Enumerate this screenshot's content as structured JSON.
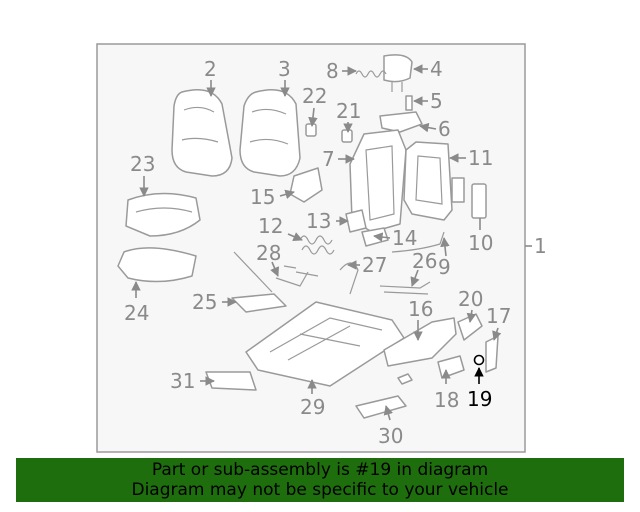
{
  "diagram": {
    "frame_color": "#9a9a9a",
    "panel_fill": "#f7f7f7",
    "highlight_part": "19",
    "assembly_label": "1",
    "callouts": [
      "2",
      "3",
      "4",
      "5",
      "6",
      "7",
      "8",
      "9",
      "10",
      "11",
      "12",
      "13",
      "14",
      "15",
      "16",
      "17",
      "18",
      "19",
      "20",
      "21",
      "22",
      "23",
      "24",
      "25",
      "26",
      "27",
      "28",
      "29",
      "30",
      "31"
    ]
  },
  "banner": {
    "line1": "Part or sub-assembly is #19 in diagram",
    "line2": "Diagram may not be specific to your vehicle",
    "color": "#1f6e0e"
  }
}
